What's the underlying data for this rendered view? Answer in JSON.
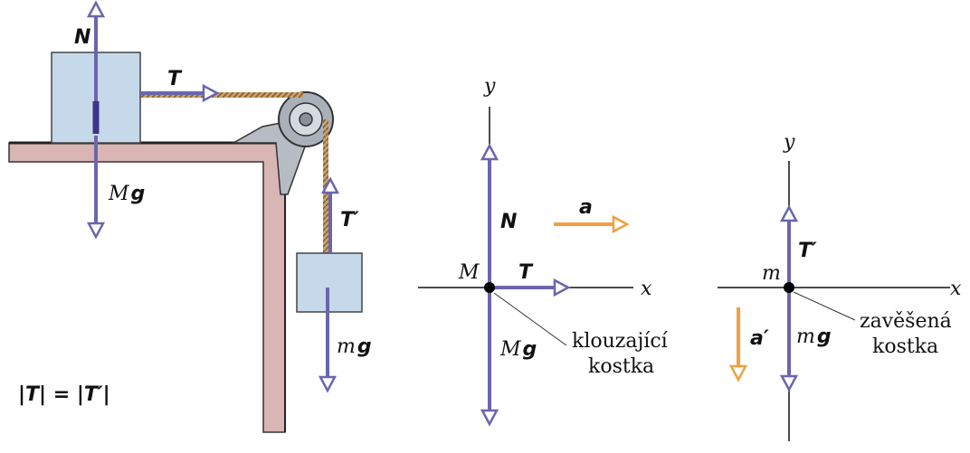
{
  "labels": {
    "N": "N",
    "T": "T",
    "Mg_M": "M",
    "g": "g",
    "T_prime": "T′",
    "mg_m": "m",
    "equation": "|T| = |T′|",
    "axis_y": "y",
    "axis_x": "x",
    "M": "M",
    "m": "m",
    "a": "a",
    "a_prime": "a′",
    "sliding_line1": "klouzající",
    "sliding_line2": "kostka",
    "hanging_line1": "zavěšená",
    "hanging_line2": "kostka"
  },
  "colors": {
    "force_vector": "#6a66ad",
    "acceleration_vector": "#f0a040",
    "table": "#d9b5b3",
    "block": "#c6d9ea",
    "rope": "#b08850"
  }
}
